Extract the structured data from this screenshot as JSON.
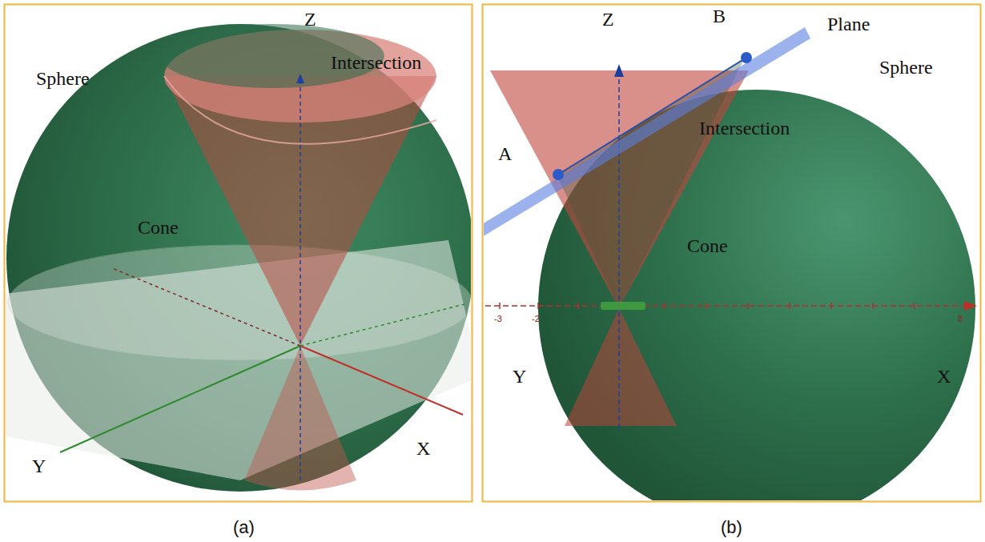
{
  "diagram": {
    "labels": [
      "Z",
      "Intersection",
      "Sphere",
      "Cone",
      "Y",
      "X",
      "Z",
      "B",
      "Plane",
      "Sphere",
      "A",
      "Intersection",
      "Cone",
      "Y",
      "X",
      "-3",
      "-2",
      "8",
      "(a)",
      "(b)"
    ]
  }
}
